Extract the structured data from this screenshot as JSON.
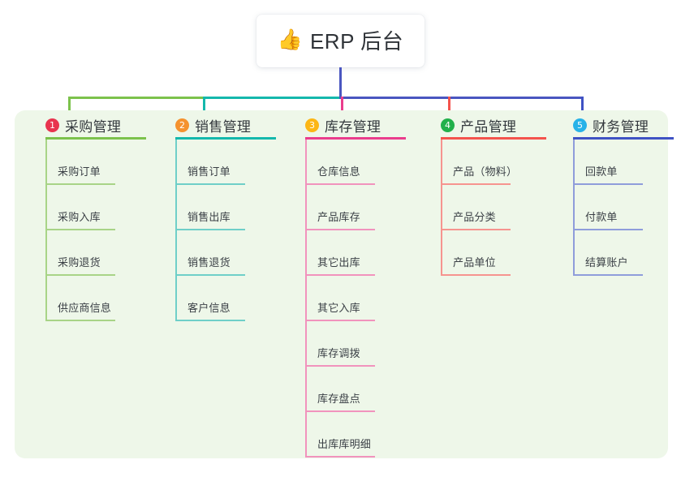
{
  "root": {
    "icon": "thumbs-up-icon",
    "emoji": "👍",
    "title": "ERP 后台"
  },
  "theme": {
    "page_background": "#ffffff",
    "panel_background": "#eef7e9",
    "card_background": "#ffffff",
    "text_color": "#33383d",
    "stem_color": "#4a56c0"
  },
  "columns": [
    {
      "number": "1",
      "label": "采购管理",
      "badge_color": "#e8344e",
      "line_color": "#7cc24c",
      "item_line_color": "#a8d487",
      "connector_color": "#7cc24c",
      "items": [
        {
          "label": "采购订单"
        },
        {
          "label": "采购入库"
        },
        {
          "label": "采购退货"
        },
        {
          "label": "供应商信息"
        }
      ]
    },
    {
      "number": "2",
      "label": "销售管理",
      "badge_color": "#f5922e",
      "line_color": "#14b8ac",
      "item_line_color": "#6fcfc8",
      "connector_color": "#14b8ac",
      "items": [
        {
          "label": "销售订单"
        },
        {
          "label": "销售出库"
        },
        {
          "label": "销售退货"
        },
        {
          "label": "客户信息"
        }
      ]
    },
    {
      "number": "3",
      "label": "库存管理",
      "badge_color": "#fcb615",
      "line_color": "#ea3d8c",
      "item_line_color": "#f193bd",
      "connector_color": "#ea3d8c",
      "items": [
        {
          "label": "仓库信息"
        },
        {
          "label": "产品库存"
        },
        {
          "label": "其它出库"
        },
        {
          "label": "其它入库"
        },
        {
          "label": "库存调拨"
        },
        {
          "label": "库存盘点"
        },
        {
          "label": "出库库明细"
        }
      ]
    },
    {
      "number": "4",
      "label": "产品管理",
      "badge_color": "#22b04b",
      "line_color": "#f4534d",
      "item_line_color": "#f6948f",
      "connector_color": "#f4534d",
      "items": [
        {
          "label": "产品（物料）"
        },
        {
          "label": "产品分类"
        },
        {
          "label": "产品单位"
        }
      ]
    },
    {
      "number": "5",
      "label": "财务管理",
      "badge_color": "#27b2e8",
      "line_color": "#3f52c4",
      "item_line_color": "#8f9ddb",
      "connector_color": "#3f52c4",
      "items": [
        {
          "label": "回款单"
        },
        {
          "label": "付款单"
        },
        {
          "label": "结算账户"
        }
      ]
    }
  ],
  "connectors": {
    "stem_color": "#4a56c0",
    "bus_segments": [
      {
        "name": "segment-col1-to-col2",
        "color": "#7cc24c"
      },
      {
        "name": "segment-col2-to-center",
        "color": "#14b8ac"
      },
      {
        "name": "segment-center-to-col5",
        "color": "#4a56c0"
      }
    ]
  }
}
